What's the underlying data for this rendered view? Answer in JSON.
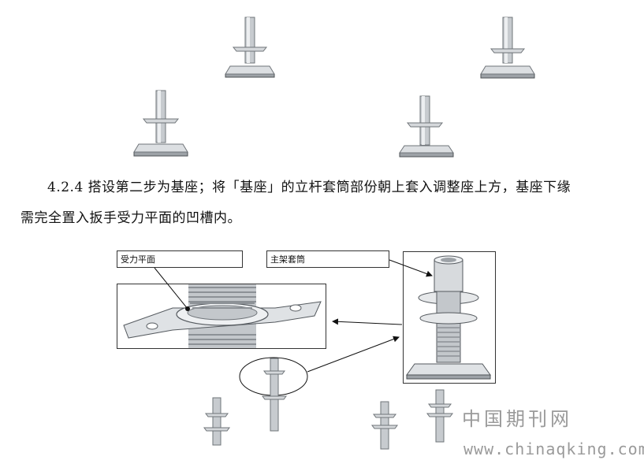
{
  "paragraph": {
    "line1": "4.2.4 搭设第二步为基座；将「基座」的立杆套筒部份朝上套入调整座上方，基座下缘",
    "line2": "需完全置入扳手受力平面的凹槽内。"
  },
  "callouts": {
    "force_plane": "受力平面",
    "main_sleeve": "主架套筒"
  },
  "watermark": {
    "site_name": "中国期刊网",
    "url": "www.chinaqking.com"
  },
  "colors": {
    "metal_light": "#e4e6e8",
    "metal_mid": "#b9bdc1",
    "metal_dark": "#7d8287",
    "outline": "#333333",
    "watermark": "#9a9a9a"
  }
}
